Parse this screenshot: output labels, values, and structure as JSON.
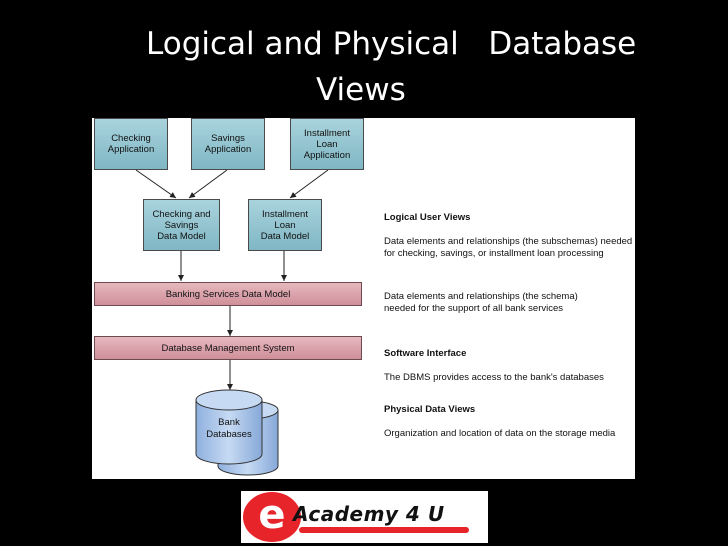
{
  "title": {
    "line1": "Logical and Physical   Database",
    "line2": "Views"
  },
  "apps": [
    {
      "label": "Checking\nApplication"
    },
    {
      "label": "Savings\nApplication"
    },
    {
      "label": "Installment\nLoan\nApplication"
    }
  ],
  "models": [
    {
      "label": "Checking and\nSavings\nData Model"
    },
    {
      "label": "Installment\nLoan\nData Model"
    }
  ],
  "layers": {
    "banking": "Banking Services Data Model",
    "dbms": "Database Management System",
    "db": "Bank\nDatabases"
  },
  "notes": [
    {
      "heading": "Logical User Views",
      "text": "Data elements and relationships (the subschemas) needed\nfor checking, savings, or installment loan processing"
    },
    {
      "heading": "",
      "text": "Data elements and relationships (the schema)\nneeded for the support of all bank services"
    },
    {
      "heading": "Software Interface",
      "text": "The DBMS provides access to the bank's databases"
    },
    {
      "heading": "Physical Data Views",
      "text": "Organization and location of data on the storage media"
    }
  ],
  "logo": {
    "letter": "e",
    "text": "Academy 4 U"
  },
  "colors": {
    "app_box": "#94c6d1",
    "bar": "#dba3ab",
    "cylinder": "#a8c4ea",
    "logo_red": "#e8242b"
  }
}
